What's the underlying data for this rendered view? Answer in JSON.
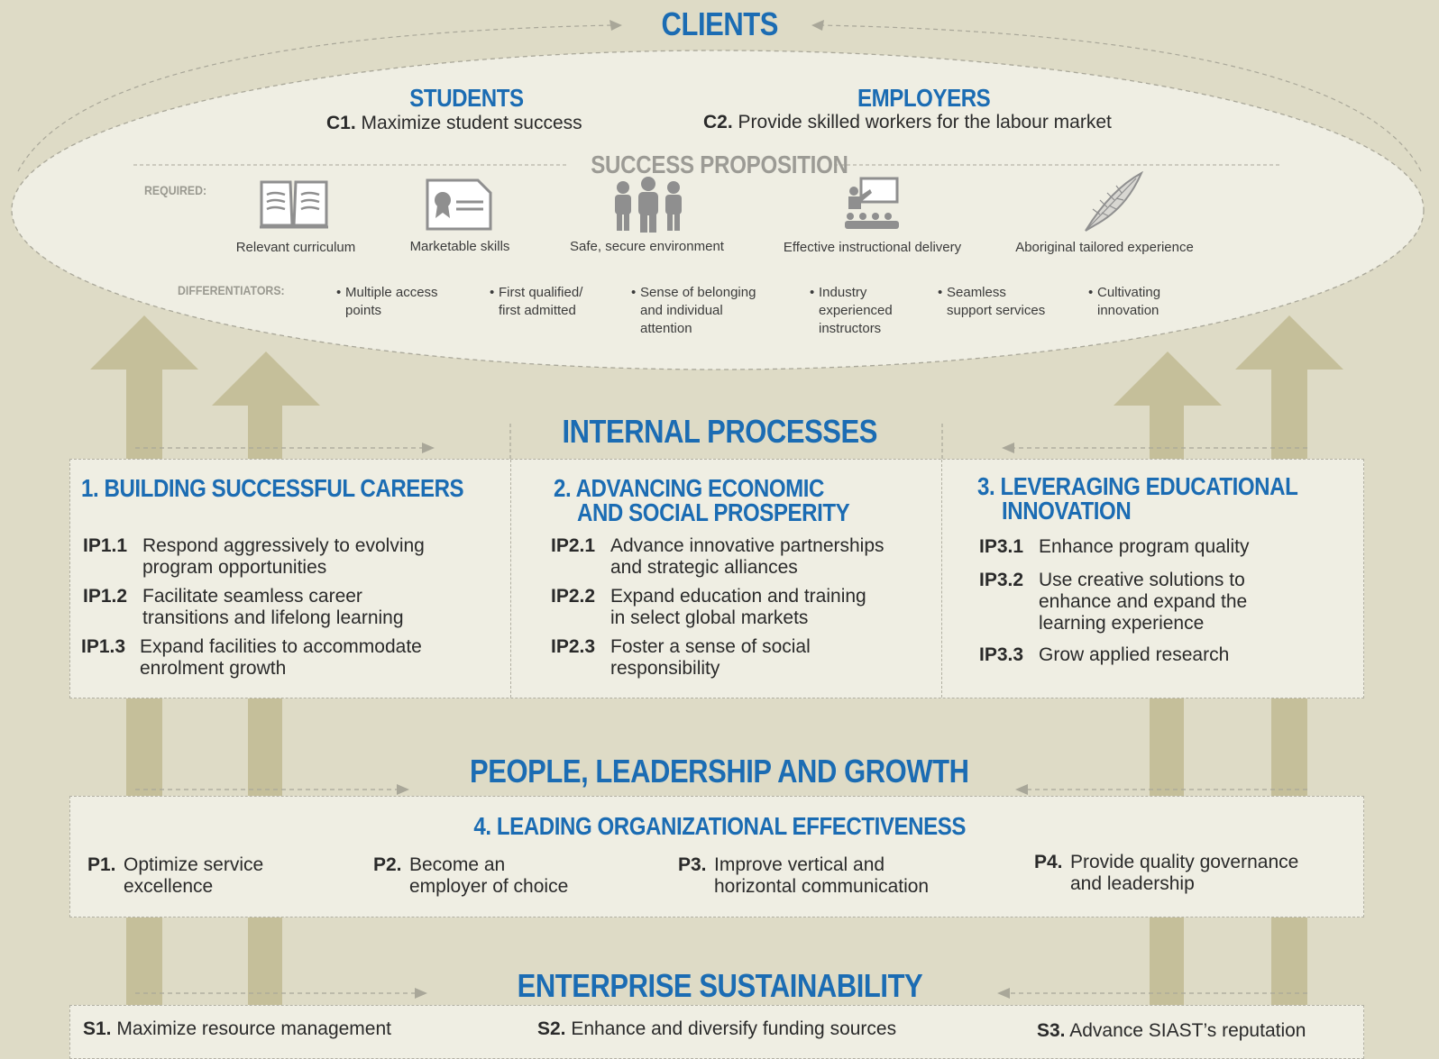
{
  "clients": {
    "title": "CLIENTS",
    "students": {
      "title": "STUDENTS",
      "code": "C1.",
      "text": "Maximize student success"
    },
    "employers": {
      "title": "EMPLOYERS",
      "code": "C2.",
      "text": "Provide skilled workers for the labour market"
    },
    "success_title": "SUCCESS PROPOSITION",
    "required_label": "REQUIRED:",
    "required": [
      {
        "icon": "book-icon",
        "label": "Relevant curriculum"
      },
      {
        "icon": "certificate-icon",
        "label": "Marketable skills"
      },
      {
        "icon": "people-icon",
        "label": "Safe, secure environment"
      },
      {
        "icon": "classroom-icon",
        "label": "Effective instructional delivery"
      },
      {
        "icon": "feather-icon",
        "label": "Aboriginal tailored experience"
      }
    ],
    "differentiators_label": "DIFFERENTIATORS:",
    "differentiators": [
      [
        "Multiple access",
        "points"
      ],
      [
        "First qualified/",
        "first admitted"
      ],
      [
        "Sense of belonging",
        "and individual",
        "attention"
      ],
      [
        "Industry",
        "experienced",
        "instructors"
      ],
      [
        "Seamless",
        "support services"
      ],
      [
        "Cultivating",
        "innovation"
      ]
    ]
  },
  "internal": {
    "title": "INTERNAL PROCESSES",
    "columns": [
      {
        "title_lines": [
          "1. BUILDING SUCCESSFUL CAREERS"
        ],
        "items": [
          {
            "code": "IP1.1",
            "lines": [
              "Respond aggressively to evolving",
              "program opportunities"
            ]
          },
          {
            "code": "IP1.2",
            "lines": [
              "Facilitate seamless career",
              "transitions and lifelong learning"
            ]
          },
          {
            "code": "IP1.3",
            "lines": [
              "Expand facilities to accommodate",
              "enrolment growth"
            ]
          }
        ]
      },
      {
        "title_lines": [
          "2. ADVANCING ECONOMIC",
          "AND SOCIAL PROSPERITY"
        ],
        "items": [
          {
            "code": "IP2.1",
            "lines": [
              "Advance innovative partnerships",
              "and strategic alliances"
            ]
          },
          {
            "code": "IP2.2",
            "lines": [
              "Expand education and training",
              "in select global markets"
            ]
          },
          {
            "code": "IP2.3",
            "lines": [
              "Foster a sense of social",
              "responsibility"
            ]
          }
        ]
      },
      {
        "title_lines": [
          "3. LEVERAGING EDUCATIONAL",
          "INNOVATION"
        ],
        "items": [
          {
            "code": "IP3.1",
            "lines": [
              "Enhance program quality"
            ]
          },
          {
            "code": "IP3.2",
            "lines": [
              "Use creative solutions to",
              "enhance and expand the",
              "learning experience"
            ]
          },
          {
            "code": "IP3.3",
            "lines": [
              "Grow applied research"
            ]
          }
        ]
      }
    ]
  },
  "people": {
    "title": "PEOPLE, LEADERSHIP AND GROWTH",
    "subtitle": "4. LEADING ORGANIZATIONAL EFFECTIVENESS",
    "items": [
      {
        "code": "P1.",
        "lines": [
          "Optimize service",
          "excellence"
        ]
      },
      {
        "code": "P2.",
        "lines": [
          "Become an",
          "employer of choice"
        ]
      },
      {
        "code": "P3.",
        "lines": [
          "Improve vertical and",
          "horizontal communication"
        ]
      },
      {
        "code": "P4.",
        "lines": [
          "Provide quality governance",
          "and leadership"
        ]
      }
    ]
  },
  "enterprise": {
    "title": "ENTERPRISE SUSTAINABILITY",
    "items": [
      {
        "code": "S1.",
        "text": "Maximize resource management"
      },
      {
        "code": "S2.",
        "text": "Enhance and diversify funding sources"
      },
      {
        "code": "S3.",
        "text": "Advance SIAST’s reputation"
      }
    ]
  },
  "colors": {
    "background": "#dedbc6",
    "panel": "#efeee3",
    "arrow": "#c5bf9a",
    "title_blue": "#1b6cb3",
    "icon_gray": "#8f8f8f"
  }
}
